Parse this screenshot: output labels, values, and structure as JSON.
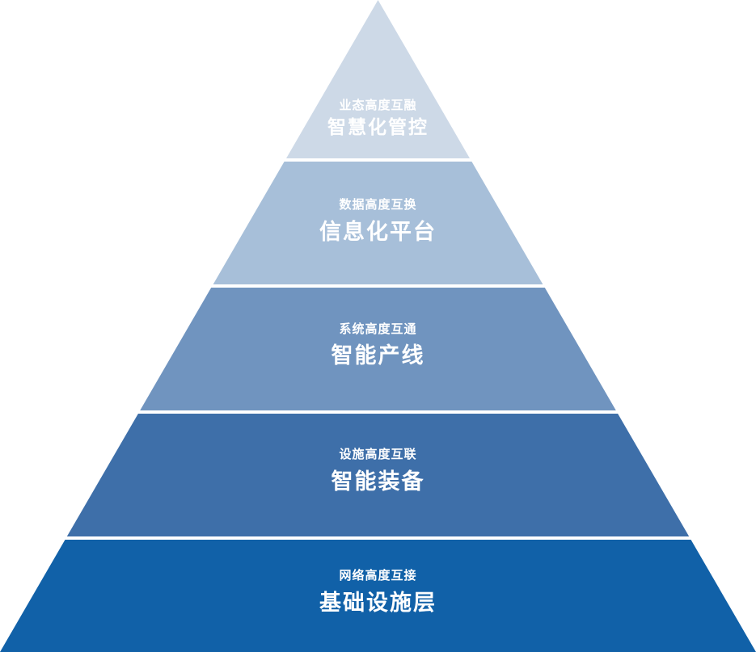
{
  "diagram": {
    "type": "pyramid",
    "text_color": "#ffffff",
    "background_color": "#ffffff",
    "levels": [
      {
        "subtitle": "业态高度互融",
        "title": "智慧化管控",
        "color": "#cdd9e7"
      },
      {
        "subtitle": "数据高度互换",
        "title": "信息化平台",
        "color": "#a7bfd9"
      },
      {
        "subtitle": "系统高度互通",
        "title": "智能产线",
        "color": "#7094bf"
      },
      {
        "subtitle": "设施高度互联",
        "title": "智能装备",
        "color": "#3e6fa9"
      },
      {
        "subtitle": "网络高度互接",
        "title": "基础设施层",
        "color": "#1161a8"
      }
    ]
  }
}
